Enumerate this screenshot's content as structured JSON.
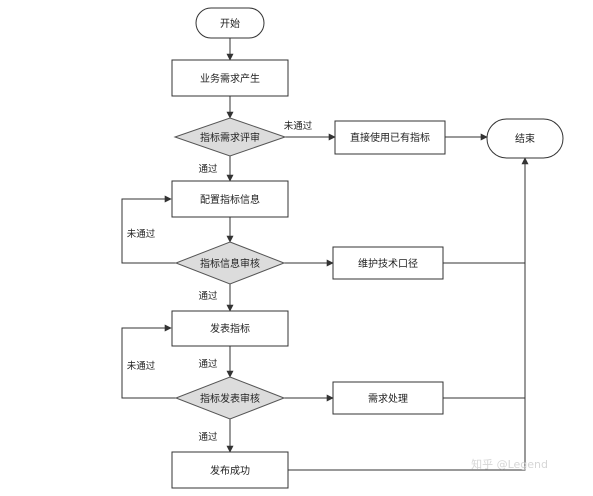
{
  "colors": {
    "process_fill": "#ffffff",
    "process_stroke": "#333333",
    "decision_fill": "#dcdcdc",
    "decision_stroke": "#555555",
    "edge": "#333333",
    "watermark": "#d6d6d6"
  },
  "nodes": {
    "start": "开始",
    "demand": "业务需求产生",
    "review": "指标需求评审",
    "reuse": "直接使用已有指标",
    "end": "结束",
    "config": "配置指标信息",
    "info_review": "指标信息审核",
    "maintain": "维护技术口径",
    "publish": "发表指标",
    "publish_review": "指标发表审核",
    "handle": "需求处理",
    "success": "发布成功"
  },
  "edge_labels": {
    "review_fail": "未通过",
    "review_pass": "通过",
    "info_fail": "未通过",
    "info_pass": "通过",
    "publish_pass_above": "通过",
    "publish_fail": "未通过",
    "publish_review_pass": "通过"
  },
  "watermark": "知乎 @Legend"
}
